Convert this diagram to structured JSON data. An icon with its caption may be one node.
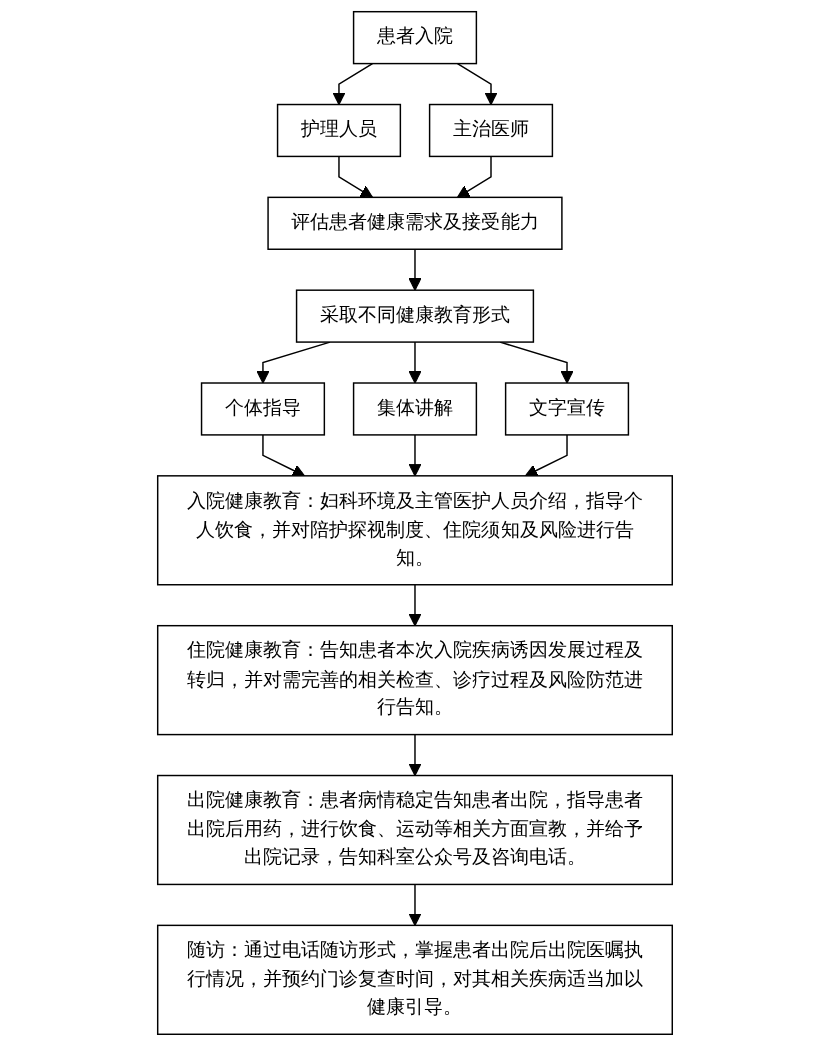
{
  "diagram": {
    "nodes": [
      {
        "text": [
          "患者入院"
        ]
      },
      {
        "text": [
          "护理人员"
        ]
      },
      {
        "text": [
          "主治医师"
        ]
      },
      {
        "text": [
          "评估患者健康需求及接受能力"
        ]
      },
      {
        "text": [
          "采取不同健康教育形式"
        ]
      },
      {
        "text": [
          "个体指导"
        ]
      },
      {
        "text": [
          "集体讲解"
        ]
      },
      {
        "text": [
          "文字宣传"
        ]
      },
      {
        "text": [
          "入院健康教育：妇科环境及主管医护人员介绍，指导个人饮食，并对陪护探视制度、住院须知及风险进行告知。"
        ]
      },
      {
        "text": [
          "住院健康教育：告知患者本次入院疾病诱因发展过程及转归，并对需完善的相关检查、诊疗过程及风险防范进行告知。"
        ]
      },
      {
        "text": [
          "出院健康教育：患者病情稳定告知患者出院，指导患者出院后用药，进行饮食、运动等相关方面宣教，并给予出院记录，告知科室公众号及咨询电话。"
        ]
      },
      {
        "text": [
          "随访：通过电话随访形式，掌握患者出院后出院医嘱执行情况，并预约门诊复查时间，对其相关疾病适当加以健康引导。"
        ]
      }
    ],
    "edges": [
      {
        "from": 0,
        "to": 1,
        "arrow": "to"
      },
      {
        "from": 0,
        "to": 2,
        "arrow": "to"
      },
      {
        "from": 1,
        "to": 3,
        "arrow": "to"
      },
      {
        "from": 2,
        "to": 3,
        "arrow": "to"
      },
      {
        "from": 3,
        "to": 4,
        "arrow": "to"
      },
      {
        "from": 4,
        "to": 5,
        "arrow": "to"
      },
      {
        "from": 4,
        "to": 6,
        "arrow": "to"
      },
      {
        "from": 4,
        "to": 7,
        "arrow": "to"
      },
      {
        "from": 5,
        "to": 8,
        "arrow": "to"
      },
      {
        "from": 6,
        "to": 8,
        "arrow": "to"
      },
      {
        "from": 7,
        "to": 8,
        "arrow": "to"
      },
      {
        "from": 8,
        "to": 9,
        "arrow": "to"
      },
      {
        "from": 9,
        "to": 10,
        "arrow": "to"
      },
      {
        "from": 10,
        "to": 11,
        "arrow": "to"
      }
    ]
  }
}
